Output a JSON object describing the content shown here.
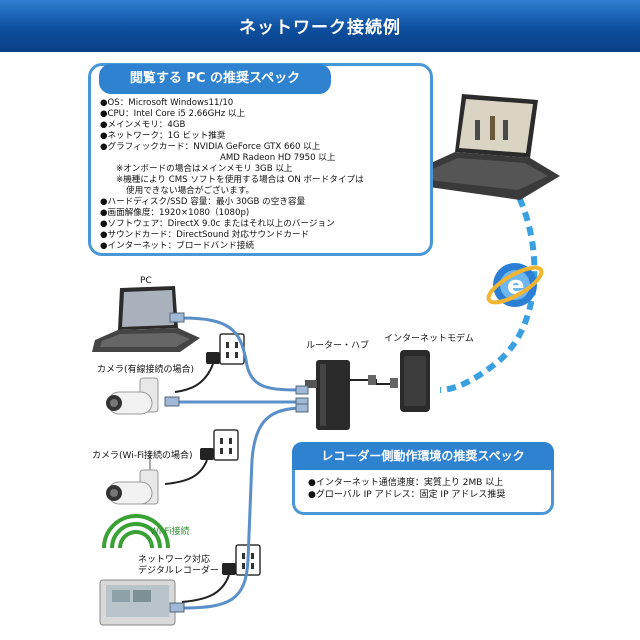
{
  "header": {
    "title": "ネットワーク接続例"
  },
  "pc_spec": {
    "title": "閲覧する PC の推奨スペック",
    "lines": [
      "●OS：Microsoft Windows11/10",
      "●CPU：Intel Core i5 2.66GHz 以上",
      "●メインメモリ：4GB",
      "●ネットワーク：1G ビット推奨",
      "●グラフィックカード：NVIDIA GeForce GTX 660 以上",
      "AMD Radeon HD 7950 以上",
      "※オンボードの場合はメインメモリ 3GB 以上",
      "※機種により CMS ソフトを使用する場合は ON ボードタイプは",
      "使用できない場合がございます。",
      "●ハードディスク/SSD 容量：最小 30GB の空き容量",
      "●画面解像度：1920×1080（1080p)",
      "●ソフトウェア：DirectX 9.0c またはそれ以上のバージョン",
      "●サウンドカード：DirectSound 対応サウンドカード",
      "●インターネット：ブロードバンド接続"
    ]
  },
  "labels": {
    "pc": "PC",
    "camera_wired": "カメラ(有線接続の場合)",
    "camera_wifi": "カメラ(Wi-Fi接続の場合)",
    "wifi": "Wi-Fi接続",
    "recorder_line1": "ネットワーク対応",
    "recorder_line2": "デジタルレコーダー",
    "router": "ルーター・ハブ",
    "modem": "インターネットモデム"
  },
  "recorder_spec": {
    "title": "レコーダー側動作環境の推奨スペック",
    "lines": [
      "●インターネット通信速度：実質上り 2MB 以上",
      "●グローバル IP アドレス：固定 IP アドレス推奨"
    ]
  },
  "colors": {
    "header": "#0d4f9e",
    "accent": "#2f82d0",
    "cable": "#5b8fc9",
    "wifi": "#3aa235"
  }
}
